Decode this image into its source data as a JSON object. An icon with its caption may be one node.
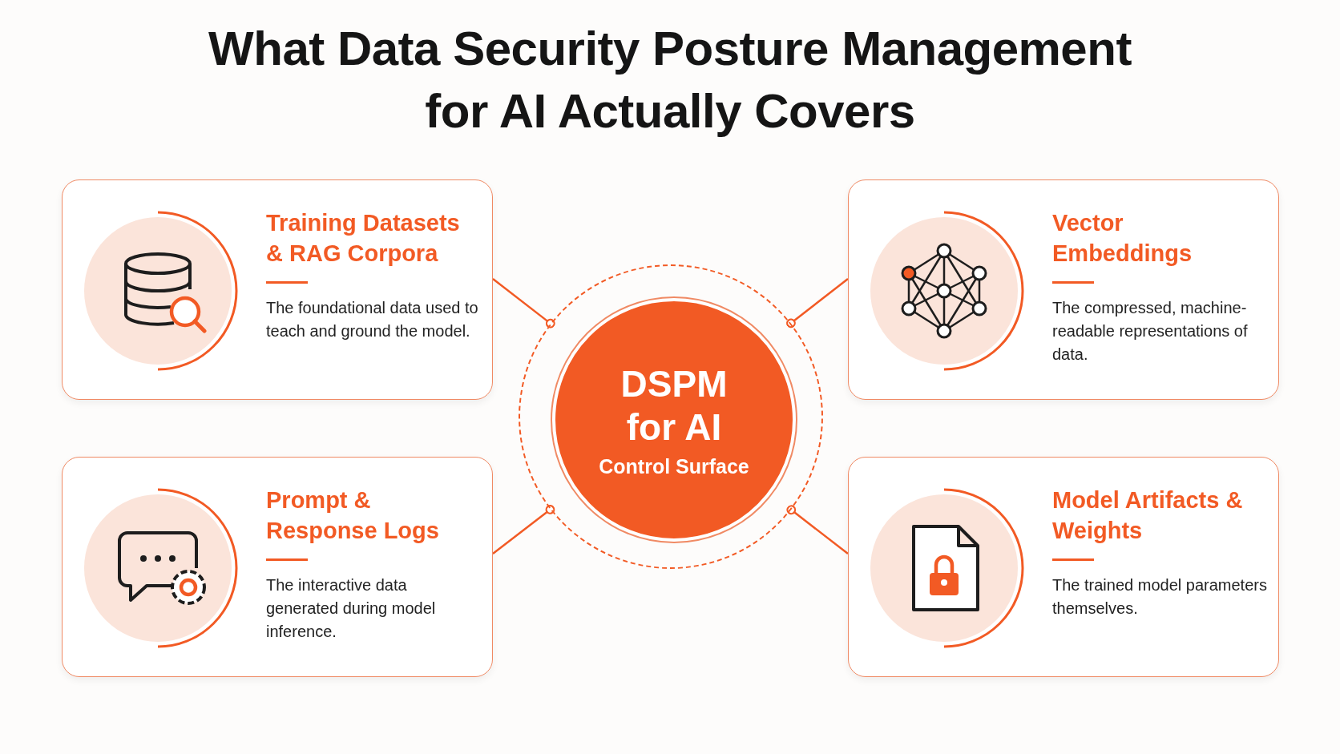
{
  "diagram": {
    "title": "What Data Security Posture Management for AI Actually Covers",
    "nodes": [
      {
        "text": [
          "DSPM for AI",
          "Control Surface"
        ]
      },
      {
        "text": [
          "Training Datasets & RAG Corpora",
          "The foundational data used to teach and ground the model."
        ]
      },
      {
        "text": [
          "Vector Embeddings",
          "The compressed, machine-readable representations of data."
        ]
      },
      {
        "text": [
          "Prompt & Response Logs",
          "The interactive data generated during model inference."
        ]
      },
      {
        "text": [
          "Model Artifacts & Weights",
          "The trained model parameters themselves."
        ]
      }
    ],
    "edges": [
      {
        "from": 0,
        "to": 1,
        "arrow": "other"
      },
      {
        "from": 0,
        "to": 2,
        "arrow": "other"
      },
      {
        "from": 0,
        "to": 3,
        "arrow": "other"
      },
      {
        "from": 0,
        "to": 4,
        "arrow": "other"
      }
    ]
  }
}
